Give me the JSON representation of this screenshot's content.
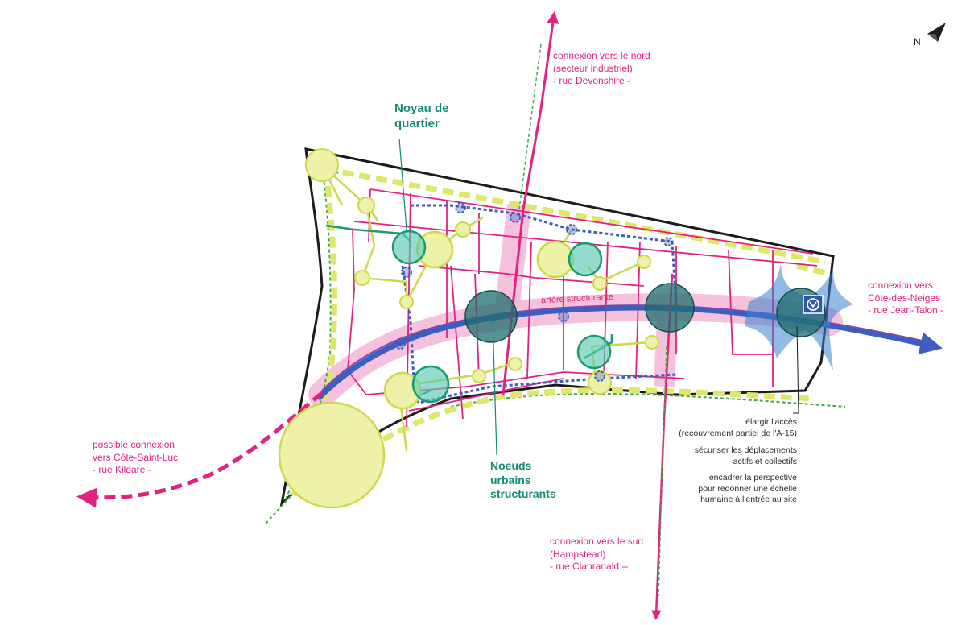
{
  "compass": {
    "letter": "N",
    "icon": "north-arrow-icon"
  },
  "colors": {
    "magenta": "#e0237f",
    "teal": "#128a72",
    "lime": "#dde86a",
    "pale_yellow": "#eef2a8",
    "blue": "#3a5fc0",
    "dark_teal": "#1f6e6e",
    "pink_halo": "#f3b6d6",
    "outline": "#1c1c1c"
  },
  "labels": {
    "north": [
      "connexion vers le nord",
      "(secteur industriel)",
      "- rue Devonshire -"
    ],
    "east": [
      "connexion vers",
      "Côte-des-Neiges",
      "- rue Jean-Talon -"
    ],
    "west": [
      "possible connexion",
      "vers Côte-Saint-Luc",
      "- rue Kildare -"
    ],
    "south": [
      "connexion vers le sud",
      "(Hampstead)",
      "- rue Clanranald --"
    ],
    "noyau": [
      "Noyau de",
      "quartier"
    ],
    "noeuds": [
      "Noeuds",
      "urbains",
      "structurants"
    ],
    "artere": "artère structurante",
    "notes": [
      [
        "élargir l'accès",
        "(recouvrement partiel de l'A-15)"
      ],
      [
        "sécuriser les déplacements",
        "actifs et collectifs"
      ],
      [
        "encadrer la perspective",
        "pour redonner une échelle",
        "humaine à l'entrée au site"
      ]
    ]
  },
  "metro_icon": "metro-station-icon"
}
